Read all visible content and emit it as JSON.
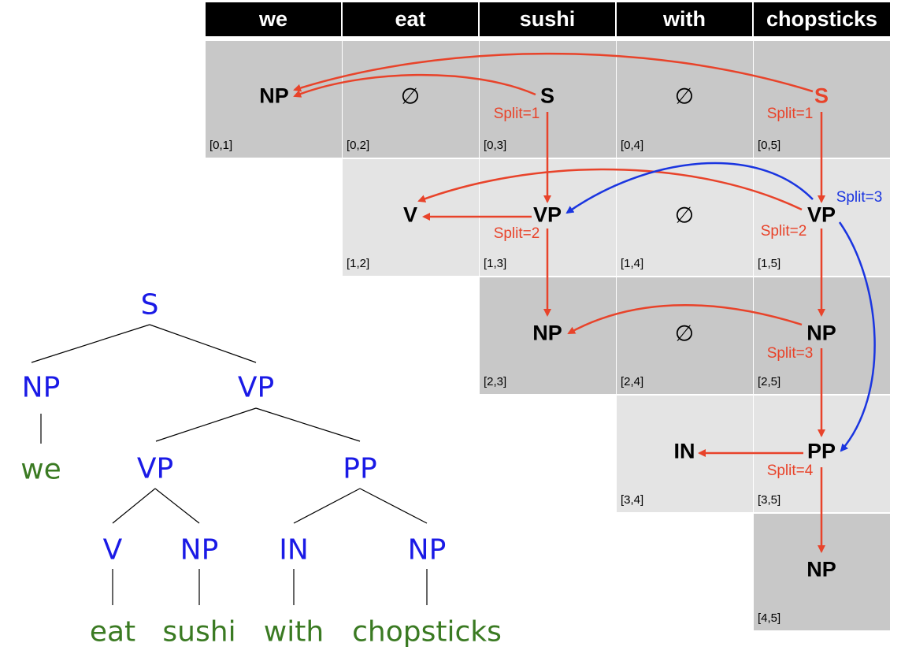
{
  "header": {
    "words": [
      "we",
      "eat",
      "sushi",
      "with",
      "chopsticks"
    ]
  },
  "chart": {
    "cells": [
      {
        "span": "[0,1]",
        "symbol": "NP",
        "split": ""
      },
      {
        "span": "[0,2]",
        "symbol": "∅",
        "split": ""
      },
      {
        "span": "[0,3]",
        "symbol": "S",
        "split": "Split=1"
      },
      {
        "span": "[0,4]",
        "symbol": "∅",
        "split": ""
      },
      {
        "span": "[0,5]",
        "symbol": "S",
        "split": "Split=1"
      },
      {
        "span": "[1,2]",
        "symbol": "V",
        "split": ""
      },
      {
        "span": "[1,3]",
        "symbol": "VP",
        "split": "Split=2"
      },
      {
        "span": "[1,4]",
        "symbol": "∅",
        "split": ""
      },
      {
        "span": "[1,5]",
        "symbol": "VP",
        "split": "Split=2",
        "split_alt": "Split=3"
      },
      {
        "span": "[2,3]",
        "symbol": "NP",
        "split": ""
      },
      {
        "span": "[2,4]",
        "symbol": "∅",
        "split": ""
      },
      {
        "span": "[2,5]",
        "symbol": "NP",
        "split": "Split=3"
      },
      {
        "span": "[3,4]",
        "symbol": "IN",
        "split": ""
      },
      {
        "span": "[3,5]",
        "symbol": "PP",
        "split": "Split=4"
      },
      {
        "span": "[4,5]",
        "symbol": "NP",
        "split": ""
      }
    ]
  },
  "tree": {
    "nodes": [
      "S",
      "NP",
      "VP",
      "VP",
      "PP",
      "V",
      "NP",
      "IN",
      "NP"
    ],
    "leaves": [
      "we",
      "eat",
      "sushi",
      "with",
      "chopsticks"
    ]
  },
  "colors": {
    "red_arrow": "#e8432a",
    "blue_arrow": "#1a35e0",
    "tree_node": "#1a1ae6",
    "tree_leaf": "#3a7a22",
    "dark_cell": "#c8c8c8",
    "light_cell": "#e4e4e4"
  }
}
